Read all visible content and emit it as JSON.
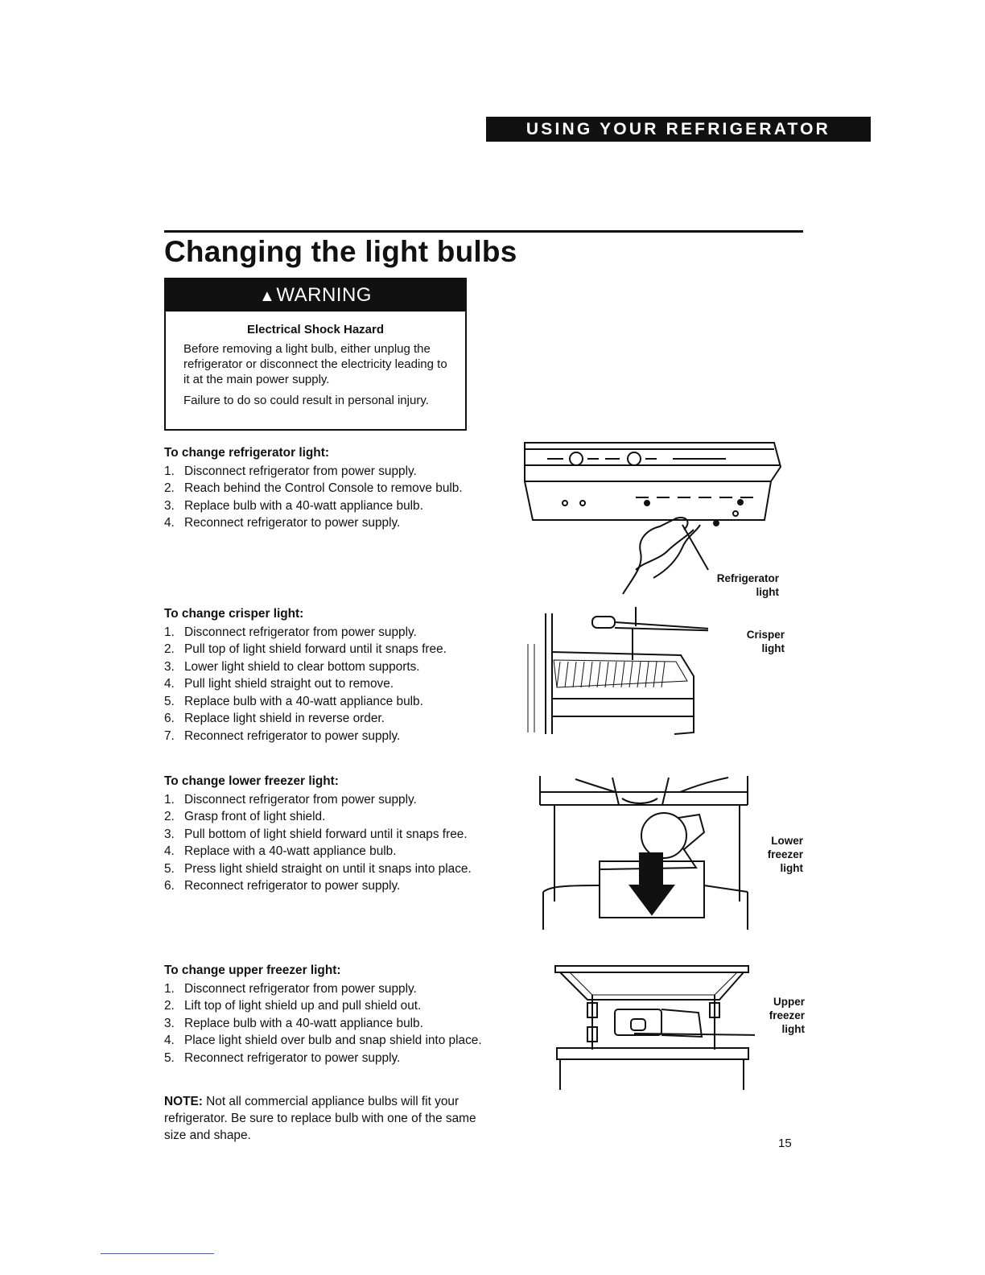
{
  "header": {
    "section_label": "USING YOUR REFRIGERATOR"
  },
  "page_title": "Changing the light bulbs",
  "warning": {
    "label": "WARNING",
    "subtitle": "Electrical Shock Hazard",
    "paragraphs": [
      "Before removing a light bulb, either unplug the refrigerator or disconnect the electricity leading to it at the main power supply.",
      "Failure to do so could result in personal injury."
    ]
  },
  "sections": [
    {
      "title": "To change refrigerator light:",
      "steps": [
        {
          "num": "1.",
          "text": "Disconnect refrigerator from power supply."
        },
        {
          "num": "2.",
          "text": "Reach behind the Control Console to remove bulb."
        },
        {
          "num": "3.",
          "text": "Replace bulb with a 40-watt appliance bulb."
        },
        {
          "num": "4.",
          "text": "Reconnect refrigerator to power supply."
        }
      ]
    },
    {
      "title": "To change crisper light:",
      "steps": [
        {
          "num": "1.",
          "text": "Disconnect refrigerator from power supply."
        },
        {
          "num": "2.",
          "text": "Pull top of light shield forward until it snaps free."
        },
        {
          "num": "3.",
          "text": "Lower light shield to clear bottom supports."
        },
        {
          "num": "4.",
          "text": "Pull light shield straight out to remove."
        },
        {
          "num": "5.",
          "text": "Replace bulb with a 40-watt appliance bulb."
        },
        {
          "num": "6.",
          "text": "Replace light shield in reverse order."
        },
        {
          "num": "7.",
          "text": "Reconnect refrigerator to power supply."
        }
      ]
    },
    {
      "title": "To change lower freezer light:",
      "steps": [
        {
          "num": "1.",
          "text": "Disconnect refrigerator from power supply."
        },
        {
          "num": "2.",
          "text": "Grasp front of light shield."
        },
        {
          "num": "3.",
          "text": "Pull bottom of light shield forward until it snaps free."
        },
        {
          "num": "4.",
          "text": "Replace with a 40-watt appliance bulb."
        },
        {
          "num": "5.",
          "text": "Press light shield straight on until it snaps into place."
        },
        {
          "num": "6.",
          "text": "Reconnect refrigerator to power supply."
        }
      ]
    },
    {
      "title": "To change upper freezer light:",
      "steps": [
        {
          "num": "1.",
          "text": "Disconnect refrigerator from power supply."
        },
        {
          "num": "2.",
          "text": "Lift top of light shield up and pull shield out."
        },
        {
          "num": "3.",
          "text": "Replace bulb with a 40-watt appliance bulb."
        },
        {
          "num": "4.",
          "text": "Place light shield over bulb and snap shield into place."
        },
        {
          "num": "5.",
          "text": "Reconnect refrigerator to power supply."
        }
      ]
    }
  ],
  "note": {
    "label": "NOTE:",
    "text": "Not all commercial appliance bulbs will fit your refrigerator. Be sure to replace bulb with one of the same size and shape."
  },
  "callouts": {
    "refrigerator_light": [
      "Refrigerator",
      "light"
    ],
    "crisper_light": [
      "Crisper",
      "light"
    ],
    "lower_freezer_light": [
      "Lower",
      "freezer",
      "light"
    ],
    "upper_freezer_light": [
      "Upper",
      "freezer",
      "light"
    ]
  },
  "page_number": "15"
}
